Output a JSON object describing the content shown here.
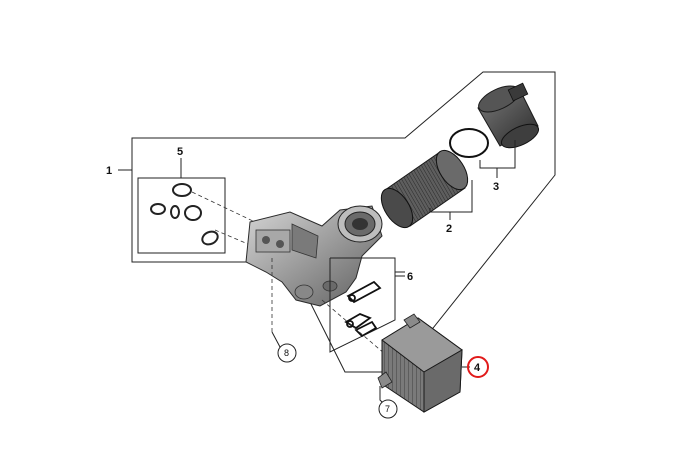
{
  "callouts": {
    "c1": "1",
    "c2": "2",
    "c3": "3",
    "c4": "4",
    "c5": "5",
    "c6": "6",
    "c7": "7",
    "c8": "8"
  },
  "colors": {
    "line": "#222222",
    "part_dark": "#4a4a4a",
    "part_mid": "#8a8a8a",
    "part_light": "#c9c9c9",
    "highlight": "#e11a1a"
  },
  "highlighted_callout": "4"
}
